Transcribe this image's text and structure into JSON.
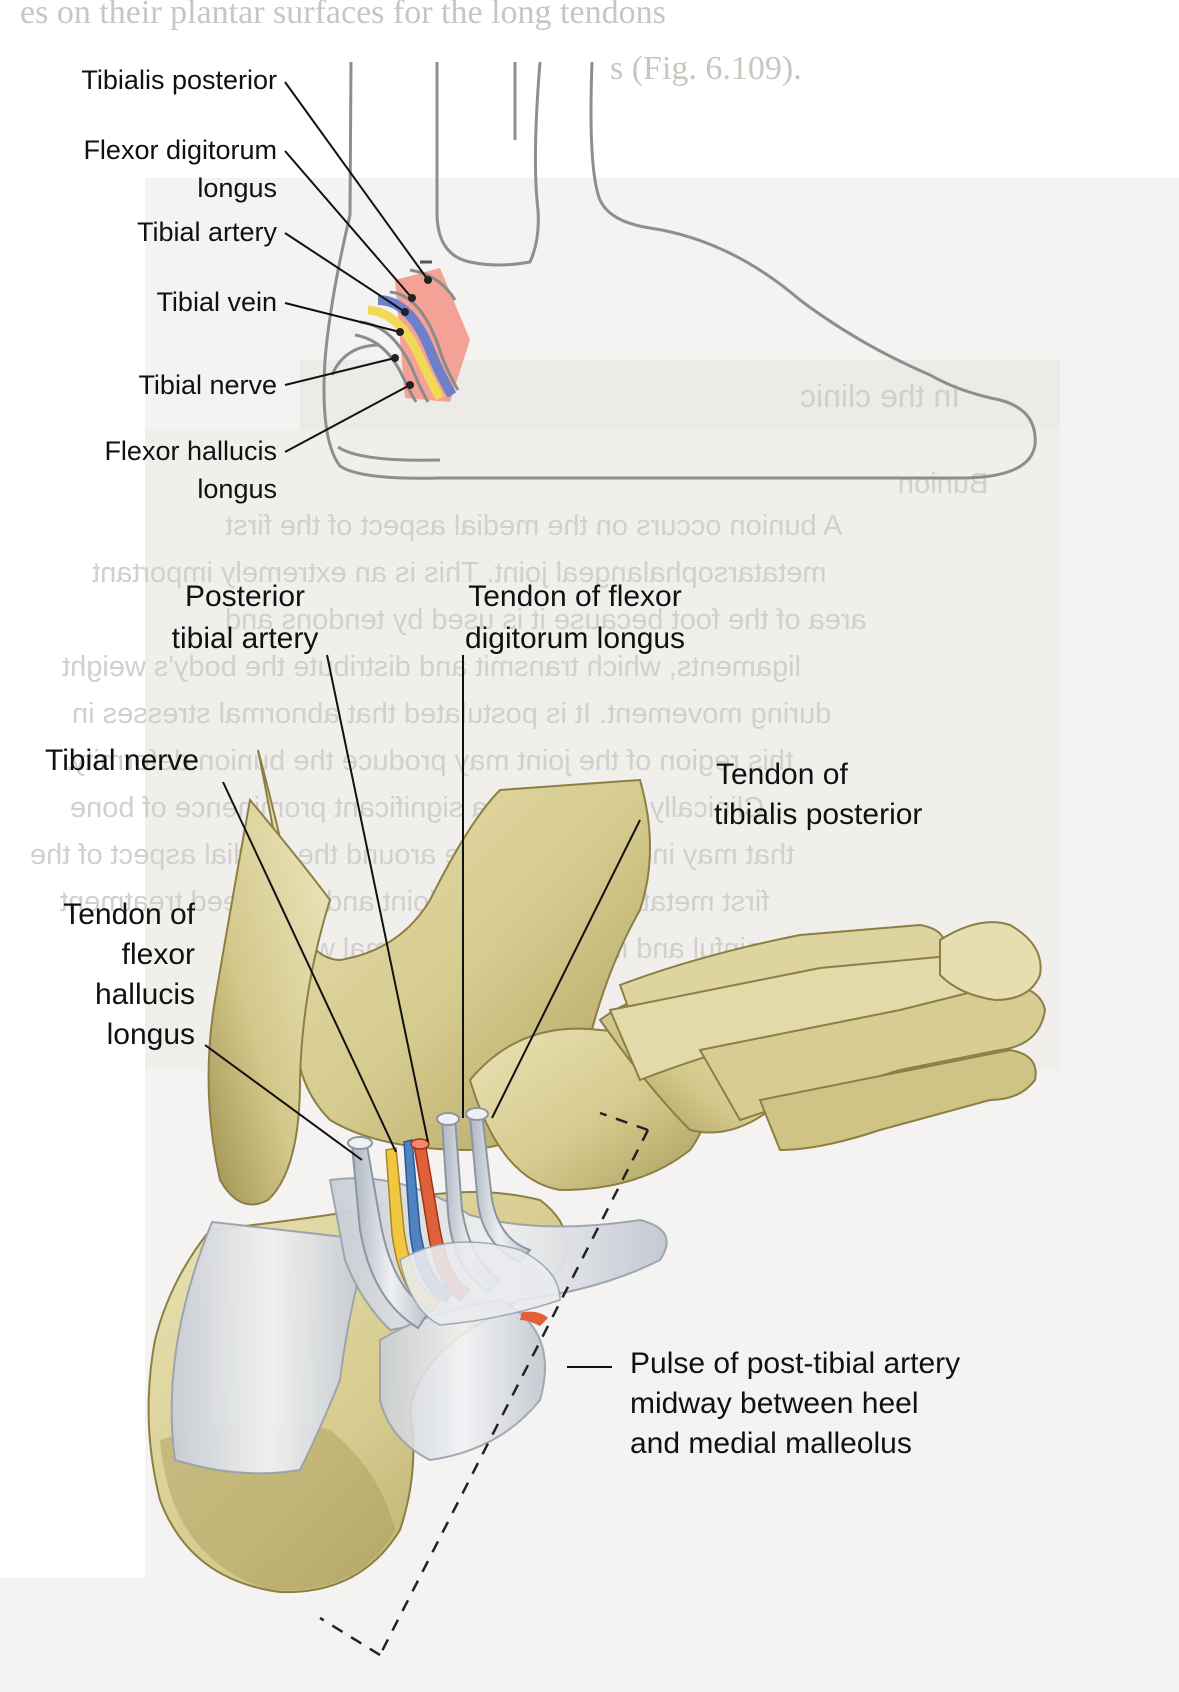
{
  "bleed_through": {
    "top_line_1": "es on their plantar surfaces for the long tendons",
    "top_line_2": "s (Fig. 6.109).",
    "clinic_heading": "In the clinic",
    "clinic_subheading": "Bunion",
    "clinic_lines": [
      "A bunion occurs on the medial aspect of the first",
      "metatarsophalangeal joint. This is an extremely important",
      "area of the foot because it is used by tendons and",
      "ligaments, which transmit and distribute the body's weight",
      "during movement. It is postulated that abnormal stresses in",
      "this region of the joint may produce the bunion deformity.",
      "Clinically, a bunion is a significant prominence of bone",
      "that may include soft tissue around the medial aspect of the",
      "first metatarsophalangeal joint and may need treatment",
      "if painful and interfering with normal walking."
    ]
  },
  "upper_diagram": {
    "labels": {
      "tibialis_posterior": "Tibialis posterior",
      "flexor_digitorum_longus_1": "Flexor digitorum",
      "flexor_digitorum_longus_2": "longus",
      "tibial_artery": "Tibial artery",
      "tibial_vein": "Tibial vein",
      "tibial_nerve": "Tibial nerve",
      "flexor_hallucis_longus_1": "Flexor hallucis",
      "flexor_hallucis_longus_2": "longus"
    }
  },
  "lower_diagram": {
    "labels": {
      "posterior_tibial_artery_1": "Posterior",
      "posterior_tibial_artery_2": "tibial artery",
      "tendon_fdl_1": "Tendon of flexor",
      "tendon_fdl_2": "digitorum longus",
      "tibial_nerve": "Tibial nerve",
      "tendon_tp_1": "Tendon of",
      "tendon_tp_2": "tibialis posterior",
      "tendon_fhl_1": "Tendon of",
      "tendon_fhl_2": "flexor",
      "tendon_fhl_3": "hallucis",
      "tendon_fhl_4": "longus",
      "pulse_1": "Pulse of post-tibial artery",
      "pulse_2": "midway between heel",
      "pulse_3": "and medial malleolus"
    }
  },
  "colors": {
    "artery": "#e0603a",
    "vein": "#4f83c4",
    "nerve": "#f2c640",
    "tendon": "#d4dae2",
    "bone": "#d9cf98",
    "bone_shadow": "#a89c5c",
    "ligament": "#e6e8ec",
    "outline": "#8a8a8a",
    "artery_section": "#f0a49a",
    "vein_section": "#7f98d6",
    "nerve_section": "#f3dd6e"
  }
}
